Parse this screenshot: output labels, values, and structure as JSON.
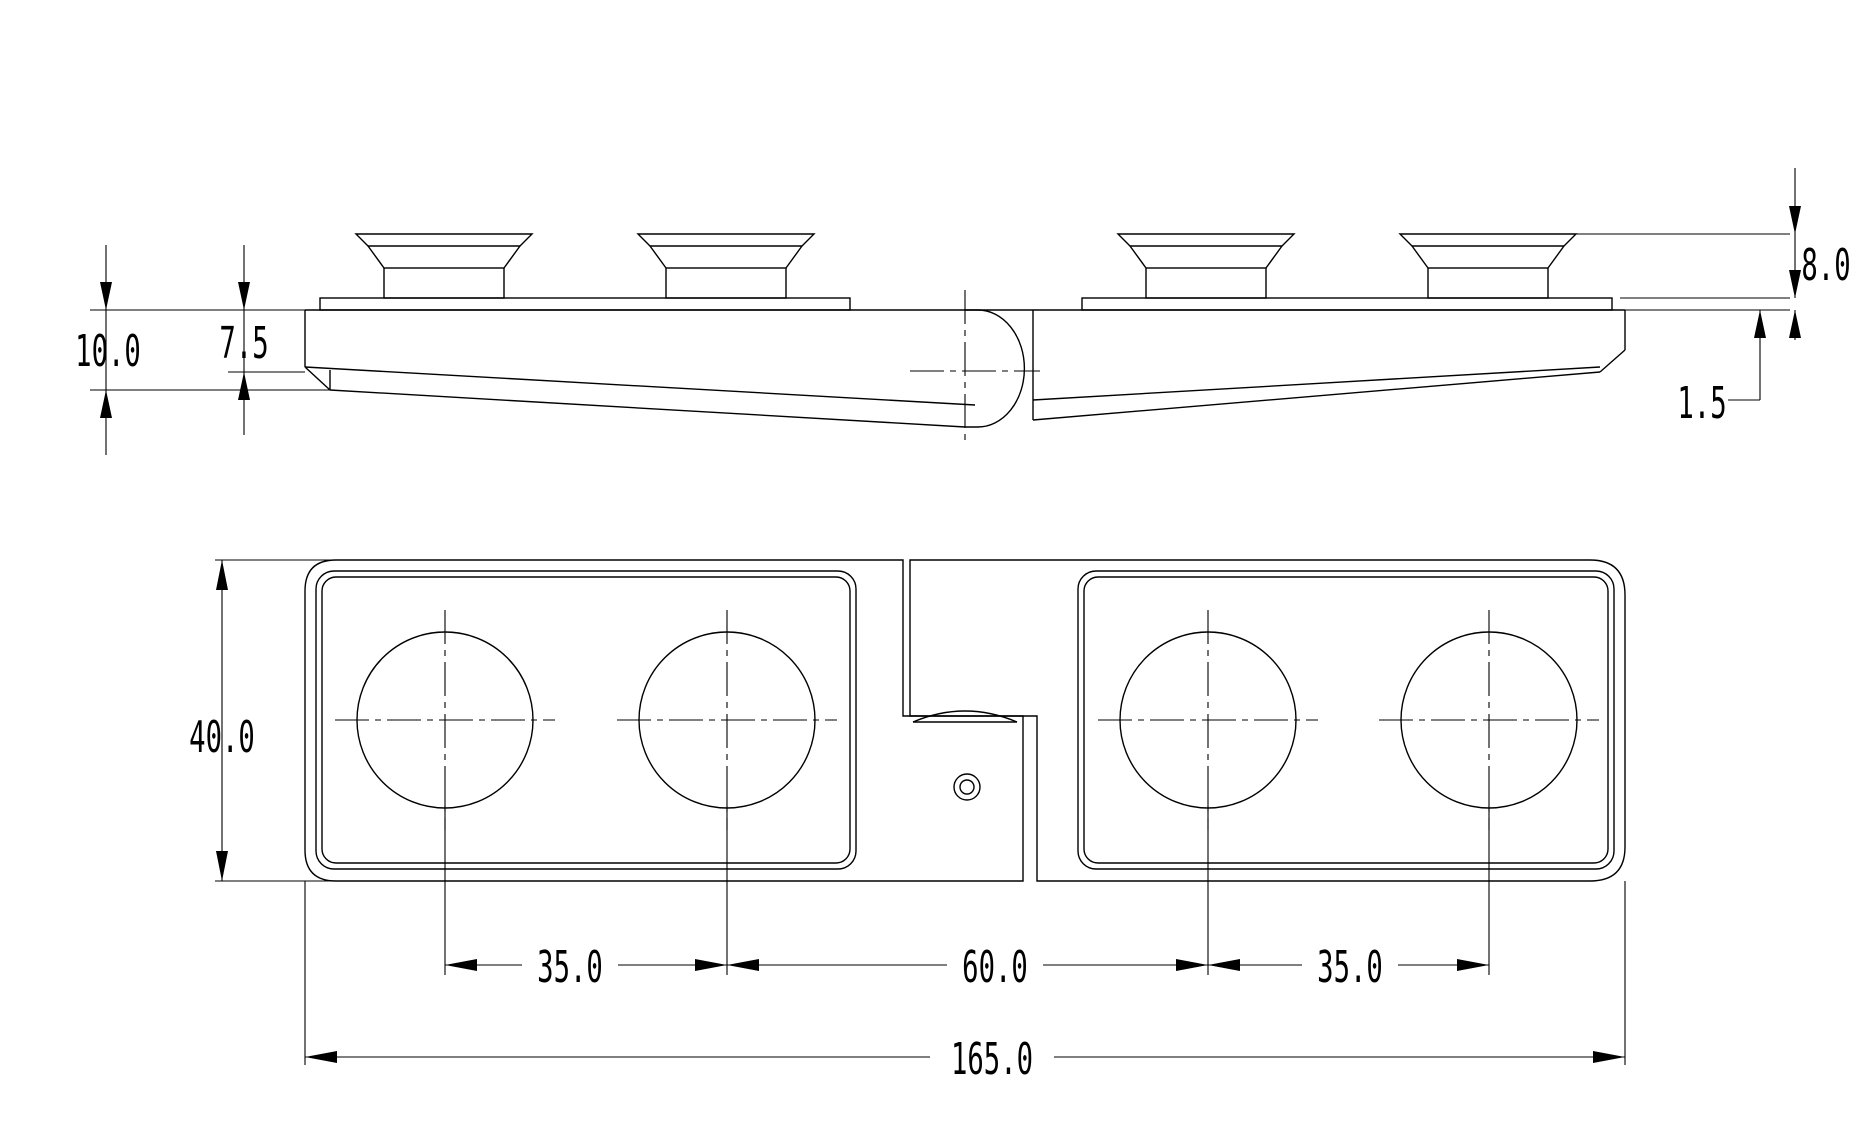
{
  "dimensions": {
    "overall_height": "10.0",
    "body_height": "7.5",
    "cup_height": "8.0",
    "base_plate": "1.5",
    "width": "40.0",
    "spacing_left": "35.0",
    "spacing_center": "60.0",
    "spacing_right": "35.0",
    "overall_length": "165.0"
  }
}
